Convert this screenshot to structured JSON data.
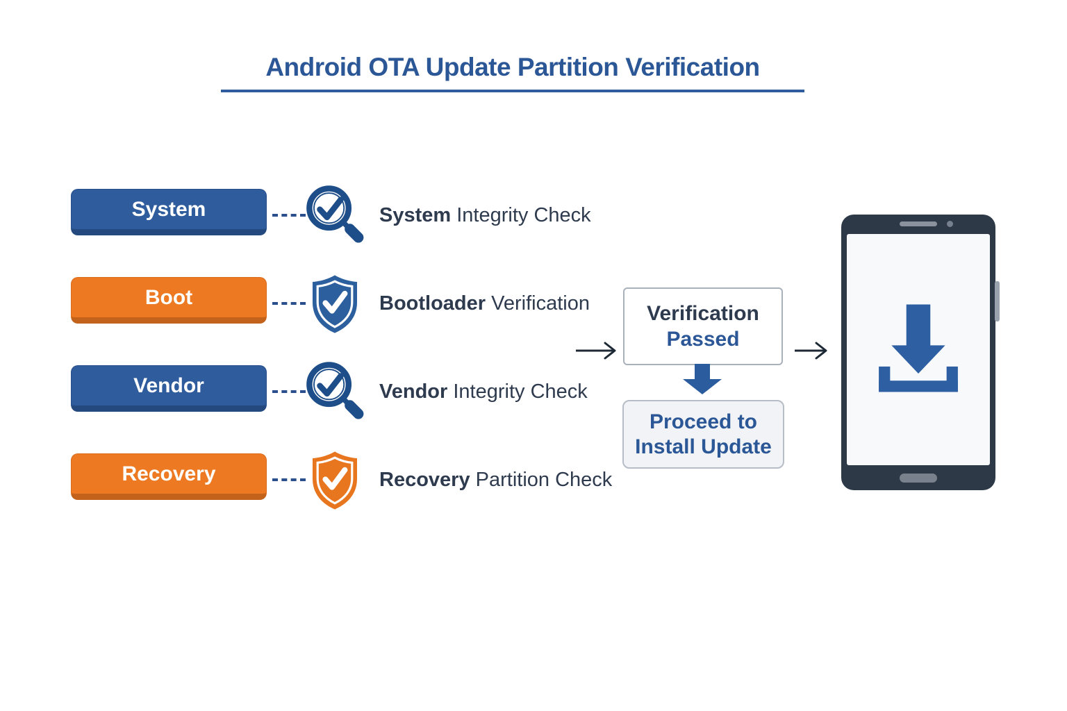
{
  "title": "Android OTA Update Partition Verification",
  "rows": [
    {
      "button": "System",
      "style": "blue",
      "icon": "magnifier-check-icon",
      "label_bold": "System",
      "label_rest": " Integrity Check"
    },
    {
      "button": "Boot",
      "style": "orange",
      "icon": "shield-check-blue-icon",
      "label_bold": "Bootloader",
      "label_rest": " Verification"
    },
    {
      "button": "Vendor",
      "style": "blue",
      "icon": "magnifier-check-icon",
      "label_bold": "Vendor",
      "label_rest": " Integrity Check"
    },
    {
      "button": "Recovery",
      "style": "orange",
      "icon": "shield-check-orange-icon",
      "label_bold": "Recovery",
      "label_rest": " Partition Check"
    }
  ],
  "flow": {
    "verification_box": {
      "line1": "Verification",
      "line2": "Passed"
    },
    "proceed_box": {
      "line1": "Proceed to",
      "line2": "Install Update"
    }
  },
  "phone": {
    "screen_icon": "download-icon"
  },
  "colors": {
    "title_blue": "#2b5797",
    "button_blue": "#2f5c9c",
    "button_blue_edge": "#24497f",
    "button_orange": "#ed7a22",
    "button_orange_edge": "#c2621b",
    "label_text": "#2e3a4e",
    "shield_blue": "#2c5f9e",
    "shield_orange": "#e8761f",
    "magnifier_blue": "#1d4e89",
    "connector_dash": "#2b4f8c",
    "arrow_dark": "#1e2936",
    "phone_body": "#2e3947",
    "phone_screen": "#f7f9fb",
    "download_icon_blue": "#2e5fa3",
    "box_border": "#a9b1bb",
    "proceed_box_bg": "#f1f3f6"
  }
}
